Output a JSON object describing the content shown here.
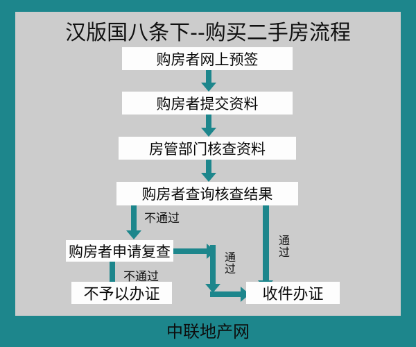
{
  "page": {
    "title": "汉版国八条下--购买二手房流程",
    "footer": "中联地产网",
    "colors": {
      "frame": "#1d868c",
      "background": "#cccccc",
      "node_fill": "#fdfdfd",
      "arrow": "#1d868c",
      "text": "#111111"
    }
  },
  "flow": {
    "nodes": [
      {
        "id": "n1",
        "label": "购房者网上预签"
      },
      {
        "id": "n2",
        "label": "购房者提交资料"
      },
      {
        "id": "n3",
        "label": "房管部门核查资料"
      },
      {
        "id": "n4",
        "label": "购房者查询核查结果"
      },
      {
        "id": "n5",
        "label": "购房者申请复查"
      },
      {
        "id": "n6",
        "label": "不予以办证"
      },
      {
        "id": "n7",
        "label": "收件办证"
      }
    ],
    "edges": [
      {
        "id": "e1",
        "from": "n1",
        "to": "n2",
        "label": ""
      },
      {
        "id": "e2",
        "from": "n2",
        "to": "n3",
        "label": ""
      },
      {
        "id": "e3",
        "from": "n3",
        "to": "n4",
        "label": ""
      },
      {
        "id": "e4",
        "from": "n4",
        "to": "n5",
        "label": "不通过"
      },
      {
        "id": "e5",
        "from": "n4",
        "to": "n7",
        "label": "通过"
      },
      {
        "id": "e6",
        "from": "n5",
        "to": "n6",
        "label": "不通过"
      },
      {
        "id": "e7",
        "from": "n5",
        "to": "n7",
        "label": "通过"
      }
    ]
  }
}
